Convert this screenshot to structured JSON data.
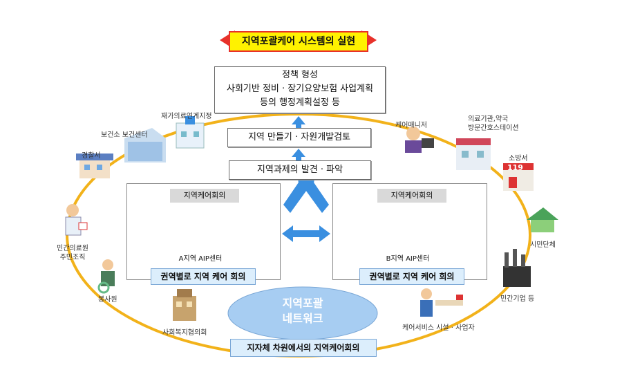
{
  "banner": "지역포괄케어 시스템의 실현",
  "policy_box": [
    "정책 형성",
    "사회기반 정비 · 장기요양보험 사업계획",
    "등의 행정계획설정 등"
  ],
  "region_build": "지역 만들기 · 자원개발검토",
  "region_discovery": "지역과제의 발견 · 파악",
  "meeting_a": {
    "title": "지역케어회의",
    "center": "A지역 AIP센터",
    "label": "권역별로 지역 케어 회의"
  },
  "meeting_b": {
    "title": "지역케어회의",
    "center": "B지역 AIP센터",
    "label": "권역별로 지역 케어 회의"
  },
  "network": [
    "지역포괄",
    "네트워크"
  ],
  "municipal": "지자체 차원에서의 지역케어회의",
  "nodes": {
    "home_medical": "재가의료연계지정",
    "health_center": "보건소 보건센터",
    "police": "경찰서",
    "private_doctor": [
      "민간의료원",
      "주민조직"
    ],
    "volunteer": "봉사원",
    "social_welfare": "사회복지협의회",
    "care_manager": "케어매니저",
    "medical": [
      "의료기관,약국",
      "방문간호스테이션"
    ],
    "fire": "소방서",
    "fire_119": "119",
    "civic": "시민단체",
    "private_company": "민간기업 등",
    "care_service": "케어서비스 시설 · 사업자"
  },
  "colors": {
    "ring": "#f2b21a",
    "arrow_blue": "#3a8fe0",
    "banner_yellow": "#fff200",
    "banner_red": "#e8312a",
    "network_fill": "#a7cdf2"
  }
}
